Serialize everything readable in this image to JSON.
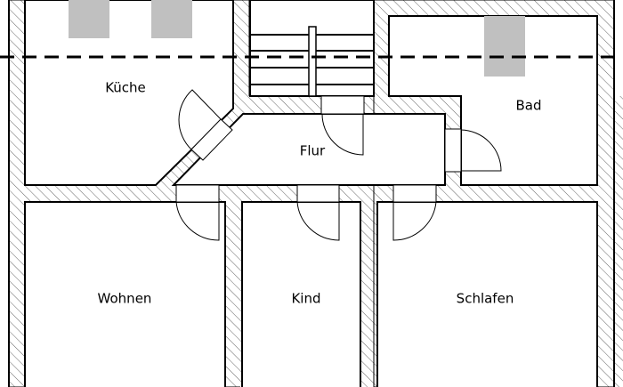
{
  "title": "Grundriss",
  "rooms": {
    "kueche": "Küche",
    "bad": "Bad",
    "flur": "Flur",
    "wohnen": "Wohnen",
    "kind": "Kind",
    "schlafen": "Schlafen"
  },
  "colors": {
    "wall_hatch": "#555555",
    "window": "#c0c0c0",
    "line": "#000000"
  }
}
